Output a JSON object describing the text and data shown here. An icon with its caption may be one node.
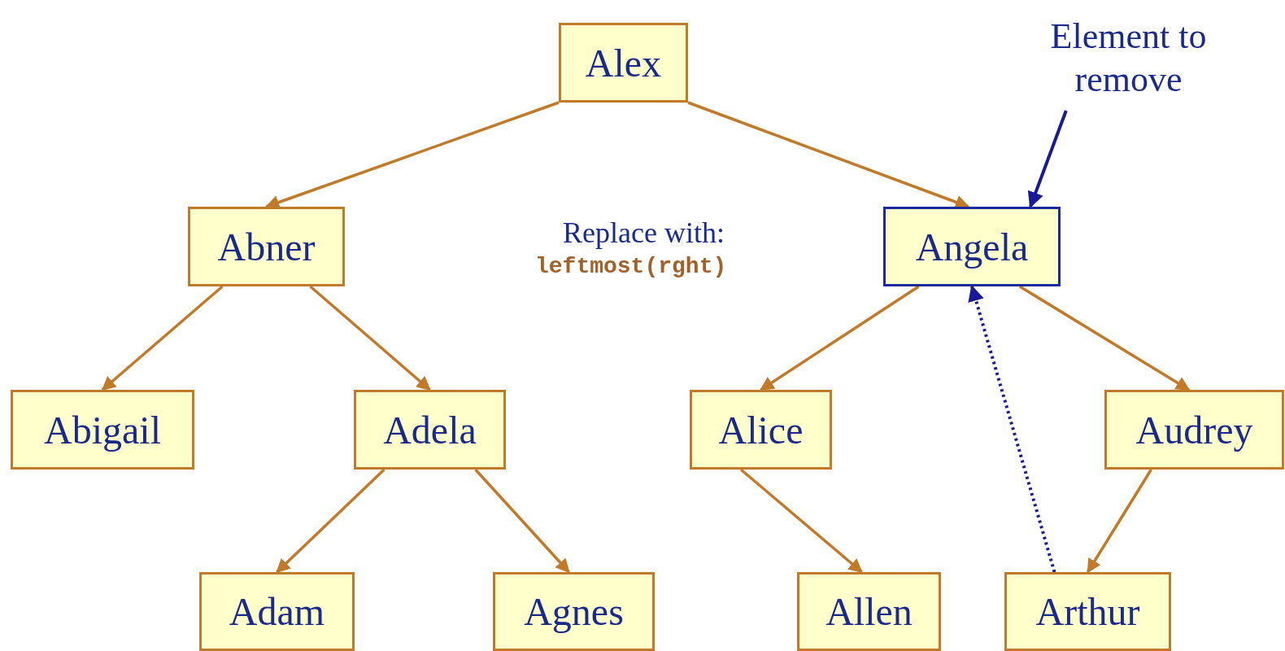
{
  "diagram": {
    "nodes": [
      {
        "text": [
          "Alex"
        ]
      },
      {
        "text": [
          "Abner"
        ]
      },
      {
        "text": [
          "Angela"
        ]
      },
      {
        "text": [
          "Abigail"
        ]
      },
      {
        "text": [
          "Adela"
        ]
      },
      {
        "text": [
          "Alice"
        ]
      },
      {
        "text": [
          "Audrey"
        ]
      },
      {
        "text": [
          "Adam"
        ]
      },
      {
        "text": [
          "Agnes"
        ]
      },
      {
        "text": [
          "Allen"
        ]
      },
      {
        "text": [
          "Arthur"
        ]
      },
      {
        "text": [
          "Element to remove"
        ]
      }
    ],
    "edges": [
      {
        "from": 0,
        "to": 1,
        "arrow": "to"
      },
      {
        "from": 0,
        "to": 2,
        "arrow": "to"
      },
      {
        "from": 1,
        "to": 3,
        "arrow": "to"
      },
      {
        "from": 1,
        "to": 4,
        "arrow": "to"
      },
      {
        "from": 4,
        "to": 7,
        "arrow": "to"
      },
      {
        "from": 4,
        "to": 8,
        "arrow": "to"
      },
      {
        "from": 2,
        "to": 5,
        "arrow": "to"
      },
      {
        "from": 2,
        "to": 6,
        "arrow": "to"
      },
      {
        "from": 5,
        "to": 9,
        "arrow": "to"
      },
      {
        "from": 6,
        "to": 10,
        "arrow": "to"
      },
      {
        "from": 10,
        "to": 2,
        "arrow": "to",
        "style": "dashed",
        "color": "#1a1a99"
      },
      {
        "from": 11,
        "to": 2,
        "arrow": "to",
        "color": "#1a1a99"
      }
    ],
    "labels": [
      "Replace with:",
      "leftmost(rght)"
    ]
  }
}
